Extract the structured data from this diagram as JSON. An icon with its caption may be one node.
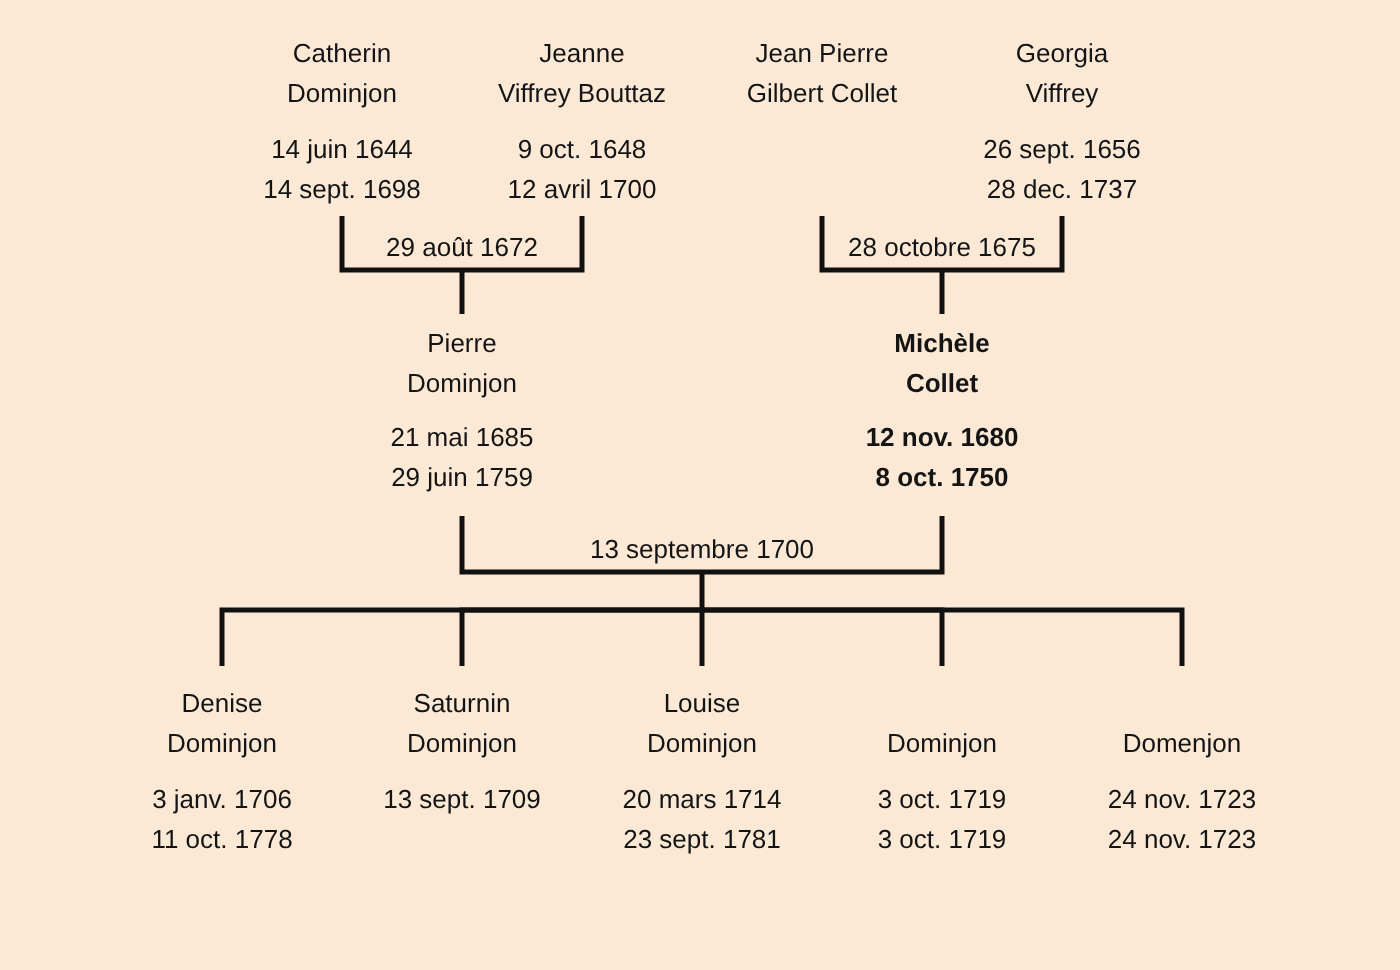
{
  "diagram": {
    "nodes": [
      {
        "text": [
          "Catherin",
          "Dominjon",
          "14 juin 1644",
          "14 sept. 1698"
        ]
      },
      {
        "text": [
          "Jeanne",
          "Viffrey Bouttaz",
          "9 oct. 1648",
          "12 avril 1700"
        ]
      },
      {
        "text": [
          "Jean Pierre",
          "Gilbert Collet"
        ]
      },
      {
        "text": [
          "Georgia",
          "Viffrey",
          "26 sept. 1656",
          "28 dec. 1737"
        ]
      },
      {
        "text": [
          "Pierre",
          "Dominjon",
          "21 mai 1685",
          "29 juin 1759"
        ]
      },
      {
        "text": [
          "Michèle",
          "Collet",
          "12 nov. 1680",
          "8 oct. 1750"
        ]
      },
      {
        "text": [
          "Denise",
          "Dominjon",
          "3 janv. 1706",
          "11 oct. 1778"
        ]
      },
      {
        "text": [
          "Saturnin",
          "Dominjon",
          "13 sept. 1709"
        ]
      },
      {
        "text": [
          "Louise",
          "Dominjon",
          "20 mars 1714",
          "23 sept. 1781"
        ]
      },
      {
        "text": [
          "Dominjon",
          "3 oct. 1719",
          "3 oct. 1719"
        ]
      },
      {
        "text": [
          "Domenjon",
          "24 nov. 1723",
          "24 nov. 1723"
        ]
      }
    ],
    "edges": [
      {
        "from": 0,
        "to": 4,
        "arrow": "none",
        "label": "29 août 1672"
      },
      {
        "from": 1,
        "to": 4,
        "arrow": "none"
      },
      {
        "from": 2,
        "to": 5,
        "arrow": "none",
        "label": "28 octobre 1675"
      },
      {
        "from": 3,
        "to": 5,
        "arrow": "none"
      },
      {
        "from": 4,
        "to": 6,
        "arrow": "none",
        "label": "13 septembre 1700"
      },
      {
        "from": 4,
        "to": 7,
        "arrow": "none"
      },
      {
        "from": 4,
        "to": 8,
        "arrow": "none"
      },
      {
        "from": 4,
        "to": 9,
        "arrow": "none"
      },
      {
        "from": 4,
        "to": 10,
        "arrow": "none"
      },
      {
        "from": 5,
        "to": 6,
        "arrow": "none"
      },
      {
        "from": 5,
        "to": 7,
        "arrow": "none"
      },
      {
        "from": 5,
        "to": 8,
        "arrow": "none"
      },
      {
        "from": 5,
        "to": 9,
        "arrow": "none"
      },
      {
        "from": 5,
        "to": 10,
        "arrow": "none"
      }
    ]
  }
}
